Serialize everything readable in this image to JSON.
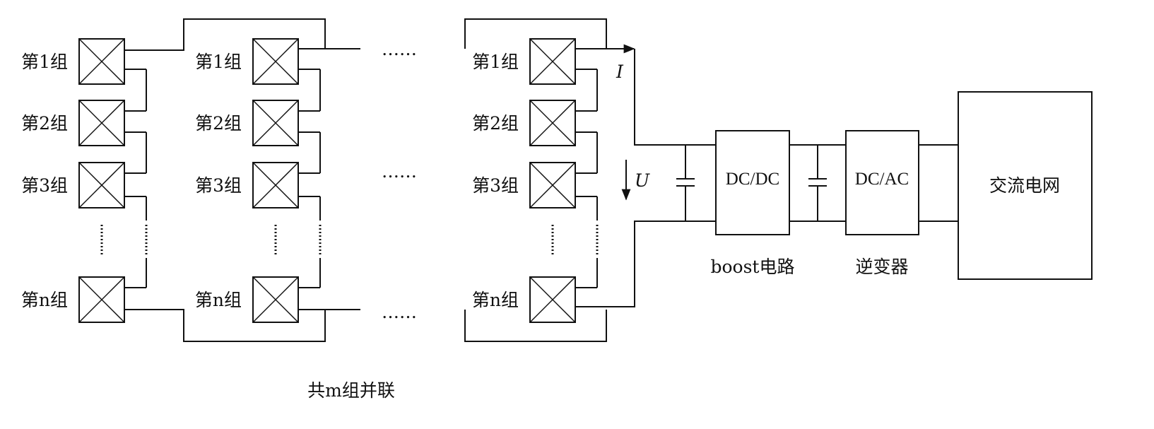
{
  "colors": {
    "line": "#111111",
    "background": "#ffffff"
  },
  "columns": [
    {
      "groups": [
        "第1组",
        "第2组",
        "第3组",
        "第n组"
      ]
    },
    {
      "groups": [
        "第1组",
        "第2组",
        "第3组",
        "第n组"
      ]
    },
    {
      "groups": [
        "第1组",
        "第2组",
        "第3组",
        "第n组"
      ]
    }
  ],
  "ellipsis": "……",
  "signals": {
    "current": "I",
    "voltage": "U"
  },
  "blocks": {
    "dcdc": "DC/DC",
    "dcac": "DC/AC",
    "grid": "交流电网"
  },
  "captions": {
    "boost": "boost电路",
    "inverter": "逆变器",
    "parallel": "共m组并联"
  }
}
